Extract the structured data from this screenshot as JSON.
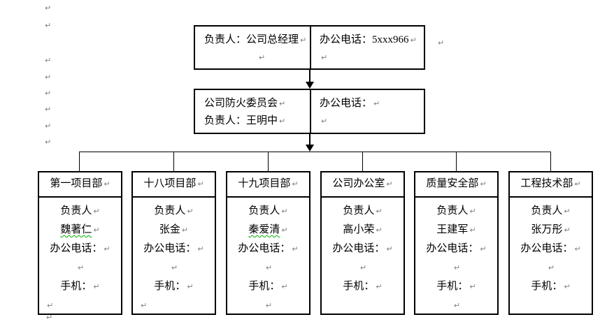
{
  "pilcrow": "↵",
  "top_box": {
    "responsible": "负责人：公司总经理",
    "phone_label": "办公电话：",
    "phone_value": "5xxx966"
  },
  "committee_box": {
    "title": "公司防火委员会",
    "responsible": "负责人：王明中",
    "phone_label": "办公电话："
  },
  "departments": [
    {
      "title": "第一项目部",
      "leader_label": "负责人",
      "leader_name": "魏著仁",
      "phone_label": "办公电话：",
      "mobile_label": "手机：",
      "spellcheck_underline": true
    },
    {
      "title": "十八项目部",
      "leader_label": "负责人",
      "leader_name": "张金",
      "phone_label": "办公电话：",
      "mobile_label": "手机：",
      "spellcheck_underline": false
    },
    {
      "title": "十九项目部",
      "leader_label": "负责人",
      "leader_name": "秦爱清",
      "phone_label": "办公电话：",
      "mobile_label": "手机：",
      "spellcheck_underline": true
    },
    {
      "title": "公司办公室",
      "leader_label": "负责人",
      "leader_name": "高小荣",
      "phone_label": "办公电话：",
      "mobile_label": "手机：",
      "spellcheck_underline": false
    },
    {
      "title": "质量安全部",
      "leader_label": "负责人",
      "leader_name": "王建军",
      "phone_label": "办公电话：",
      "mobile_label": "手机：",
      "spellcheck_underline": false
    },
    {
      "title": "工程技术部",
      "leader_label": "负责人",
      "leader_name": "张万彤",
      "phone_label": "办公电话：",
      "mobile_label": "手机：",
      "spellcheck_underline": false
    }
  ],
  "colors": {
    "text": "#000000",
    "paragraph_mark": "#808080",
    "spellcheck_underline": "#00b000",
    "border": "#000000"
  }
}
